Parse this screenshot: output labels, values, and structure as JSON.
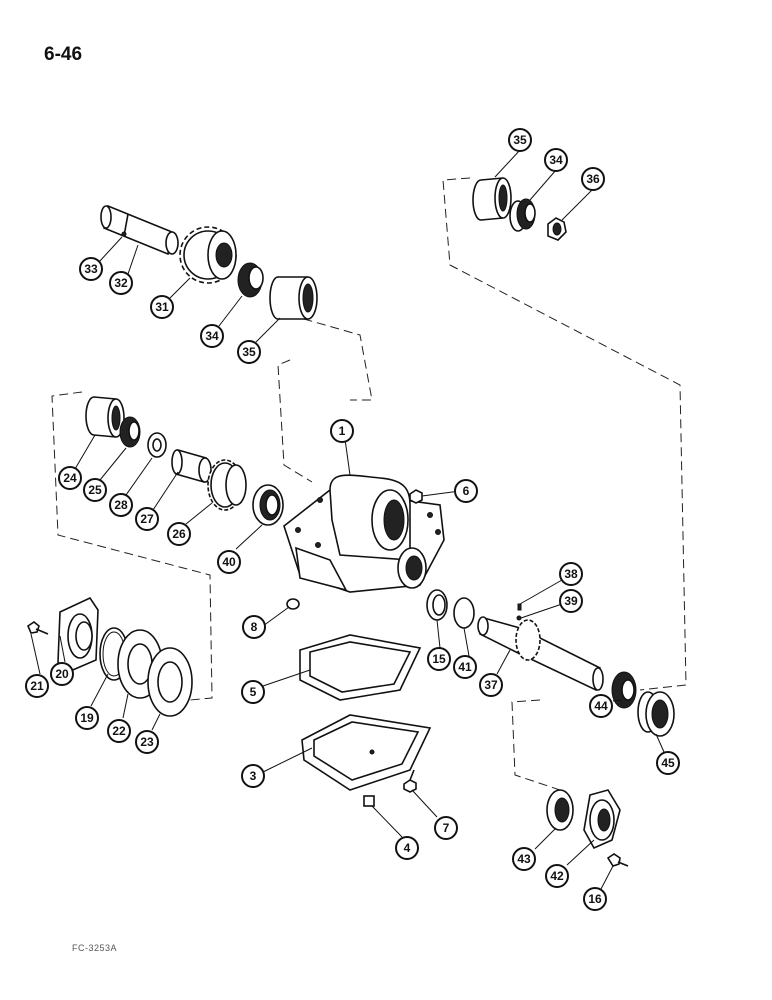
{
  "page": {
    "number": "6-46",
    "figure_ref": "FC-3253A"
  },
  "callouts": [
    {
      "id": "c35a",
      "label": "35"
    },
    {
      "id": "c34a",
      "label": "34"
    },
    {
      "id": "c36",
      "label": "36"
    },
    {
      "id": "c33",
      "label": "33"
    },
    {
      "id": "c32",
      "label": "32"
    },
    {
      "id": "c31",
      "label": "31"
    },
    {
      "id": "c34b",
      "label": "34"
    },
    {
      "id": "c35b",
      "label": "35"
    },
    {
      "id": "c1",
      "label": "1"
    },
    {
      "id": "c6",
      "label": "6"
    },
    {
      "id": "c24",
      "label": "24"
    },
    {
      "id": "c25",
      "label": "25"
    },
    {
      "id": "c28",
      "label": "28"
    },
    {
      "id": "c27",
      "label": "27"
    },
    {
      "id": "c26",
      "label": "26"
    },
    {
      "id": "c40",
      "label": "40"
    },
    {
      "id": "c38",
      "label": "38"
    },
    {
      "id": "c39",
      "label": "39"
    },
    {
      "id": "c8",
      "label": "8"
    },
    {
      "id": "c15",
      "label": "15"
    },
    {
      "id": "c41",
      "label": "41"
    },
    {
      "id": "c37",
      "label": "37"
    },
    {
      "id": "c21",
      "label": "21"
    },
    {
      "id": "c20",
      "label": "20"
    },
    {
      "id": "c19",
      "label": "19"
    },
    {
      "id": "c22",
      "label": "22"
    },
    {
      "id": "c23",
      "label": "23"
    },
    {
      "id": "c5",
      "label": "5"
    },
    {
      "id": "c44",
      "label": "44"
    },
    {
      "id": "c45",
      "label": "45"
    },
    {
      "id": "c3",
      "label": "3"
    },
    {
      "id": "c7",
      "label": "7"
    },
    {
      "id": "c4",
      "label": "4"
    },
    {
      "id": "c43",
      "label": "43"
    },
    {
      "id": "c42",
      "label": "42"
    },
    {
      "id": "c16",
      "label": "16"
    }
  ]
}
